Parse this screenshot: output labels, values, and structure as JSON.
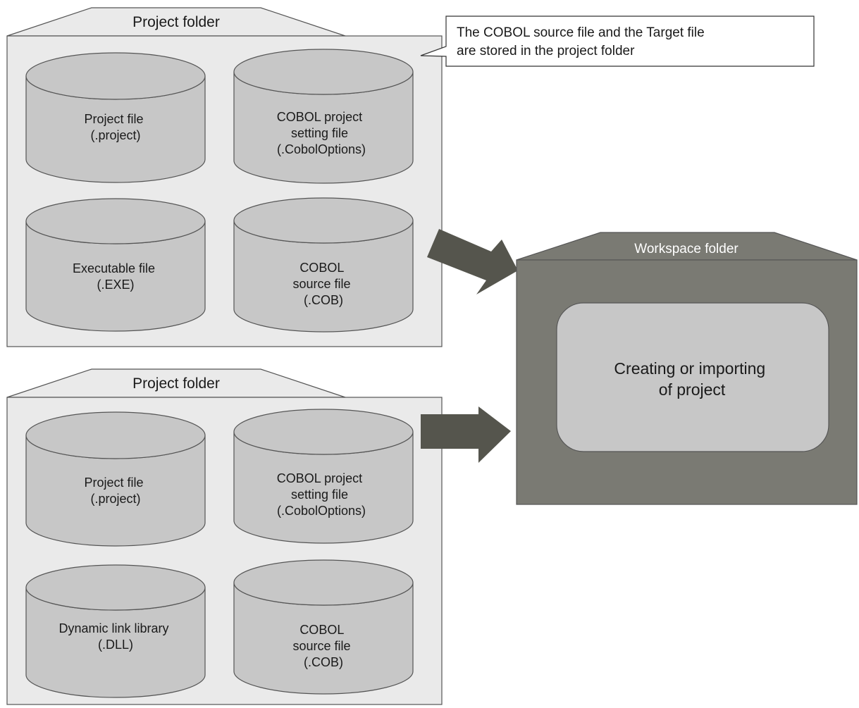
{
  "colors": {
    "folder_fill": "#eaeaea",
    "folder_stroke": "#555555",
    "cylinder_fill": "#c7c7c7",
    "cylinder_stroke": "#555555",
    "workspace_fill": "#7a7a73",
    "workspace_inner_fill": "#c7c7c7",
    "arrow_fill": "#55554d",
    "callout_fill": "#ffffff"
  },
  "top_folder": {
    "label": "Project folder",
    "files": [
      {
        "lines": [
          "Project file",
          "(.project)"
        ]
      },
      {
        "lines": [
          "COBOL project",
          "setting file",
          "(.CobolOptions)"
        ]
      },
      {
        "lines": [
          "Executable file",
          "(.EXE)"
        ]
      },
      {
        "lines": [
          "COBOL",
          "source file",
          "(.COB)"
        ]
      }
    ]
  },
  "bottom_folder": {
    "label": "Project folder",
    "files": [
      {
        "lines": [
          "Project file",
          "(.project)"
        ]
      },
      {
        "lines": [
          "COBOL project",
          "setting file",
          "(.CobolOptions)"
        ]
      },
      {
        "lines": [
          "Dynamic link library",
          "(.DLL)"
        ]
      },
      {
        "lines": [
          "COBOL",
          "source file",
          "(.COB)"
        ]
      }
    ]
  },
  "callout": {
    "lines": [
      "The COBOL source file and the Target file",
      "are stored in  the project folder"
    ]
  },
  "workspace": {
    "label": "Workspace folder",
    "inner_lines": [
      "Creating or importing",
      "of project"
    ]
  }
}
